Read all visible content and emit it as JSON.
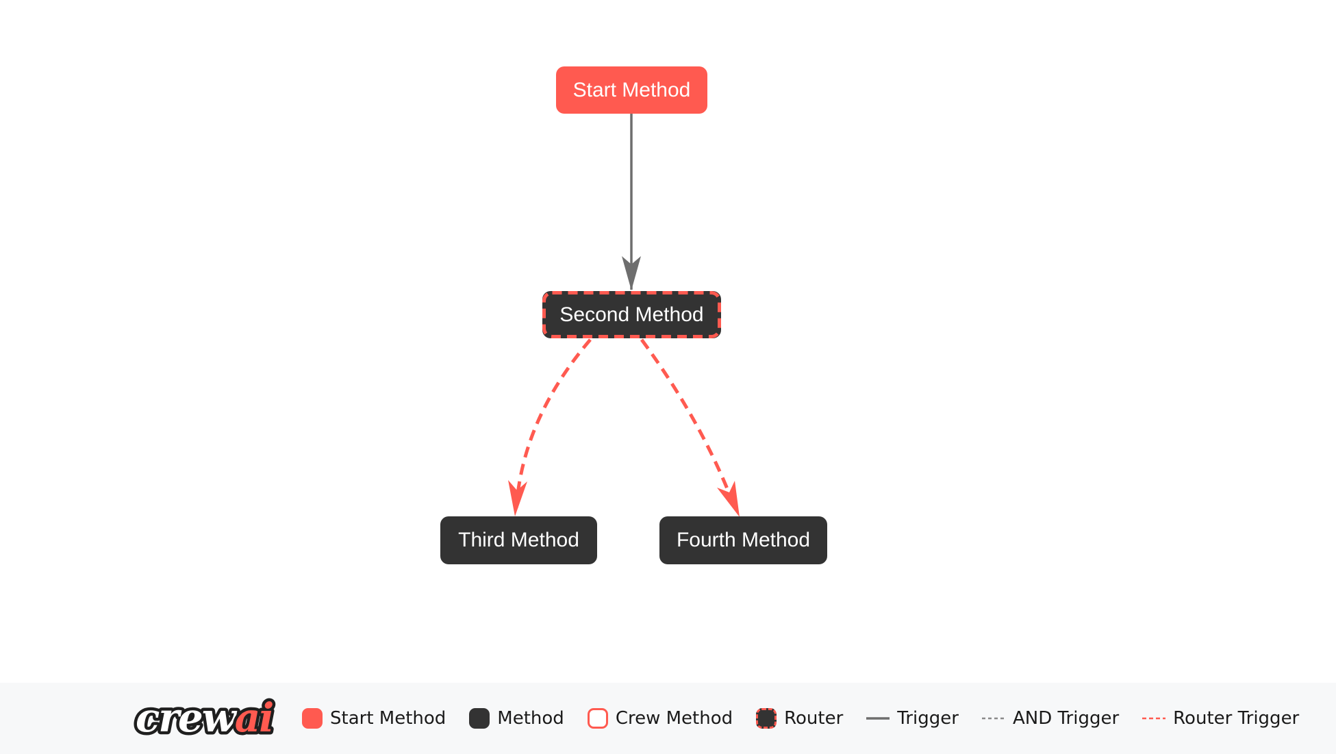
{
  "colors": {
    "brand_red": "#ff5a50",
    "node_dark": "#333333",
    "edge_gray": "#6e6e6e",
    "footer_background": "#f7f8f9",
    "legend_text": "#1a1a1a"
  },
  "flow": {
    "nodes": [
      {
        "label": "Start Method",
        "type": "start"
      },
      {
        "label": "Second Method",
        "type": "router"
      },
      {
        "label": "Third Method",
        "type": "method"
      },
      {
        "label": "Fourth Method",
        "type": "method"
      }
    ],
    "edges": [
      {
        "from": "Start Method",
        "to": "Second Method",
        "type": "trigger"
      },
      {
        "from": "Second Method",
        "to": "Third Method",
        "type": "router-trigger"
      },
      {
        "from": "Second Method",
        "to": "Fourth Method",
        "type": "router-trigger"
      }
    ]
  },
  "legend": {
    "logo_part1": "crew",
    "logo_part2": "ai",
    "items": [
      {
        "label": "Start Method",
        "marker": "start-box"
      },
      {
        "label": "Method",
        "marker": "method-box"
      },
      {
        "label": "Crew Method",
        "marker": "crew-box"
      },
      {
        "label": "Router",
        "marker": "router-box"
      },
      {
        "label": "Trigger",
        "marker": "solid-gray-line"
      },
      {
        "label": "AND Trigger",
        "marker": "dashed-gray-line"
      },
      {
        "label": "Router Trigger",
        "marker": "dashed-red-line"
      }
    ]
  }
}
